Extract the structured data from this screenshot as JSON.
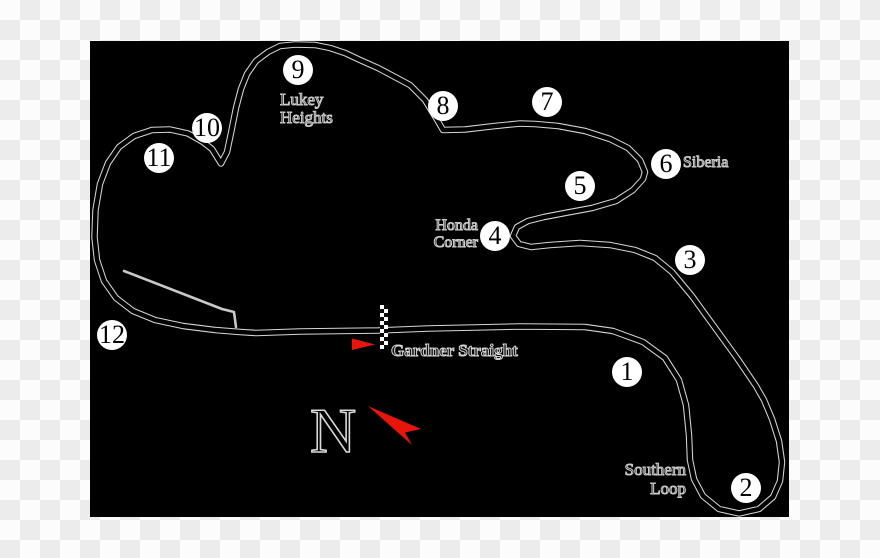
{
  "image_type": "race-circuit-track-map",
  "background": {
    "checker_light": "#fcfcfc",
    "checker_dark": "#ececec",
    "map_background": "#000000"
  },
  "track": {
    "outline_color": "#d6d6d6",
    "pit_lane_color": "#c9c9c9",
    "start_finish_marker": "checkered-strip",
    "direction_arrow_color": "#e8150c"
  },
  "corners": [
    {
      "number": "1"
    },
    {
      "number": "2"
    },
    {
      "number": "3"
    },
    {
      "number": "4"
    },
    {
      "number": "5"
    },
    {
      "number": "6"
    },
    {
      "number": "7"
    },
    {
      "number": "8"
    },
    {
      "number": "9"
    },
    {
      "number": "10"
    },
    {
      "number": "11"
    },
    {
      "number": "12"
    }
  ],
  "marker_style": {
    "circle_fill": "#ffffff",
    "number_color": "#000000"
  },
  "labels": {
    "lukey_heights": {
      "line1": "Lukey",
      "line2": "Heights"
    },
    "siberia": "Siberia",
    "honda_corner": {
      "line1": "Honda",
      "line2": "Corner"
    },
    "gardner_straight": "Gardner Straight",
    "southern_loop": {
      "line1": "Southern",
      "line2": "Loop"
    }
  },
  "compass": {
    "letter": "N",
    "arrow_color": "#e8150c",
    "arrow_direction": "up-left"
  }
}
